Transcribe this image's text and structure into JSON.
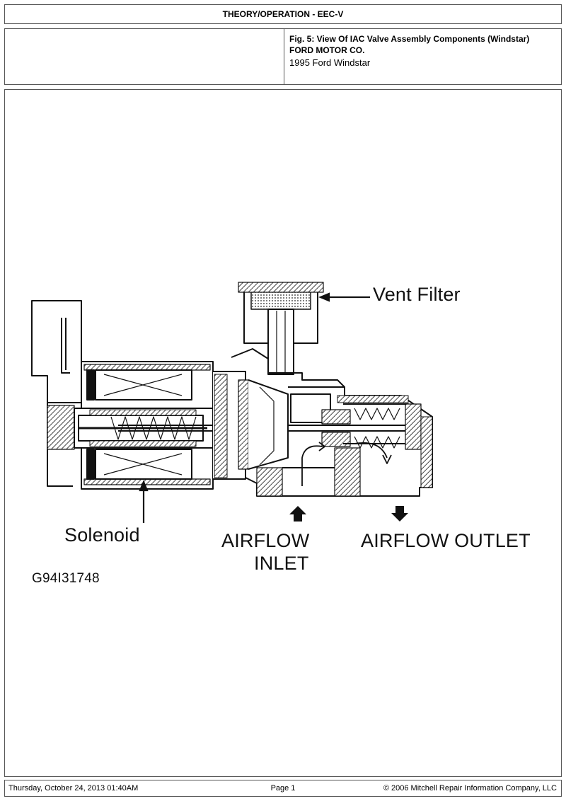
{
  "header": {
    "title": "THEORY/OPERATION - EEC-V"
  },
  "caption": {
    "figure_title": "Fig. 5: View Of IAC Valve Assembly Components (Windstar)",
    "manufacturer": "FORD MOTOR CO.",
    "vehicle": "1995 Ford Windstar"
  },
  "figure": {
    "labels": {
      "vent_filter": "Vent Filter",
      "solenoid": "Solenoid",
      "airflow_inlet_line1": "AIRFLOW",
      "airflow_inlet_line2": "INLET",
      "airflow_outlet": "AIRFLOW OUTLET",
      "code": "G94I31748"
    }
  },
  "footer": {
    "date": "Thursday, October 24, 2013  01:40AM",
    "page": "Page 1",
    "copyright": "© 2006 Mitchell Repair Information Company, LLC"
  }
}
